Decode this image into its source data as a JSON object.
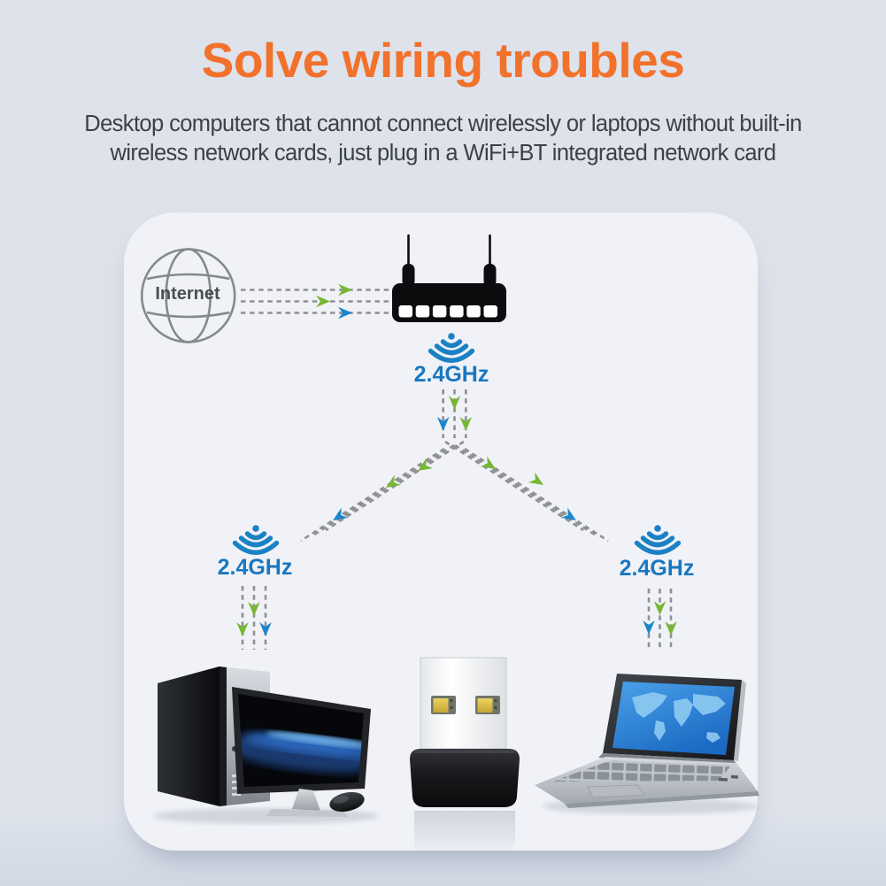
{
  "title": "Solve wiring troubles",
  "subtitle": {
    "line1": "Desktop computers that cannot connect wirelessly or laptops without built-in",
    "line2": "wireless network cards, just plug in a WiFi+BT integrated network card"
  },
  "colors": {
    "background": "#dde2eb",
    "panel": "#f0f2f7",
    "title_orange": "#f2712b",
    "subtitle_gray": "#3c4148",
    "wifi_blue": "#1b81c5",
    "arrow_green": "#77b733",
    "arrow_blue": "#1c86cc",
    "dashed_line_gray": "#8e9094",
    "device_black": "#0c0d0f"
  },
  "diagram": {
    "internet": {
      "label": "Internet",
      "icon": "globe-icon"
    },
    "router": {
      "icon": "wifi-router-icon",
      "band_label": "2.4GHz"
    },
    "desktop": {
      "icon": "desktop-computer-icon",
      "band_label": "2.4GHz"
    },
    "laptop": {
      "icon": "laptop-icon",
      "band_label": "2.4GHz"
    },
    "usb_adapter": {
      "icon": "usb-wifi-adapter-icon"
    }
  }
}
